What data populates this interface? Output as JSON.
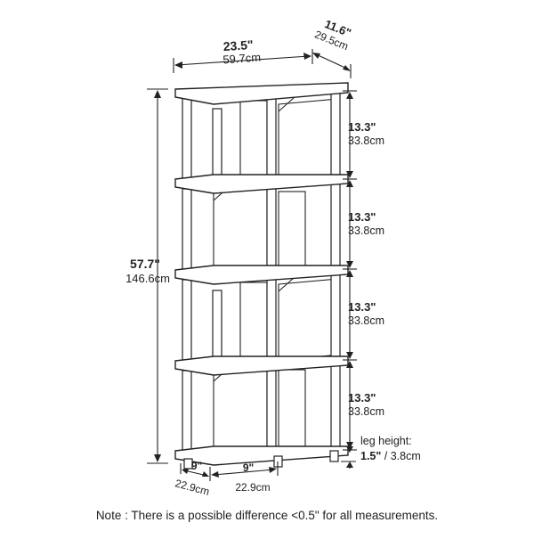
{
  "dimensions": {
    "width": {
      "in": "23.5\"",
      "cm": "59.7cm"
    },
    "depth": {
      "in": "11.6\"",
      "cm": "29.5cm"
    },
    "height": {
      "in": "57.7\"",
      "cm": "146.6cm"
    },
    "compartments": [
      {
        "in": "13.3\"",
        "cm": "33.8cm"
      },
      {
        "in": "13.3\"",
        "cm": "33.8cm"
      },
      {
        "in": "13.3\"",
        "cm": "33.8cm"
      },
      {
        "in": "13.3\"",
        "cm": "33.8cm"
      }
    ],
    "leg": {
      "label": "leg height:",
      "in": "1.5\"",
      "cm": " / 3.8cm"
    },
    "base_left": {
      "in": "9\"",
      "cm": "22.9cm"
    },
    "base_right": {
      "in": "9\"",
      "cm": "22.9cm"
    }
  },
  "note": "Note : There is a possible difference <0.5\" for all measurements."
}
